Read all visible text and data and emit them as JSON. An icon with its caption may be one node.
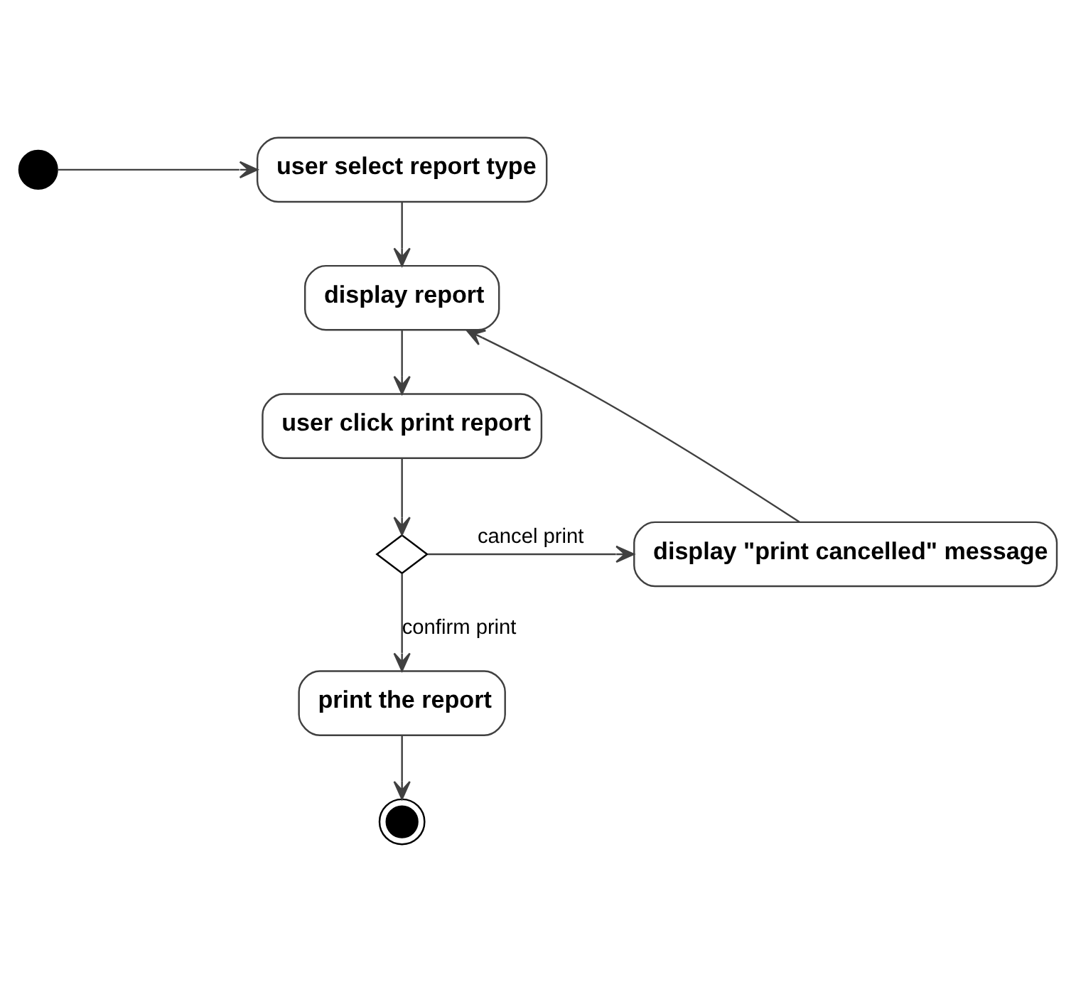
{
  "diagram": {
    "nodes": [
      {
        "text": [],
        "shape": "circle"
      },
      {
        "text": [
          "user select report type"
        ]
      },
      {
        "text": [
          "display report"
        ]
      },
      {
        "text": [
          "user click print report"
        ]
      },
      {
        "text": [],
        "shape": "diamond"
      },
      {
        "text": [
          "display \"print cancelled\" message"
        ]
      },
      {
        "text": [
          "print the report"
        ]
      },
      {
        "text": [],
        "shape": "bullseye"
      }
    ],
    "edges": [
      {
        "from": 0,
        "to": 1,
        "arrow": "to"
      },
      {
        "from": 1,
        "to": 2,
        "arrow": "to"
      },
      {
        "from": 2,
        "to": 3,
        "arrow": "to"
      },
      {
        "from": 3,
        "to": 4,
        "arrow": "to"
      },
      {
        "from": 4,
        "to": 6,
        "arrow": "to",
        "label": "confirm print"
      },
      {
        "from": 4,
        "to": 5,
        "arrow": "to",
        "label": "cancel print"
      },
      {
        "from": 5,
        "to": 2,
        "arrow": "to"
      },
      {
        "from": 6,
        "to": 7,
        "arrow": "to"
      }
    ]
  }
}
